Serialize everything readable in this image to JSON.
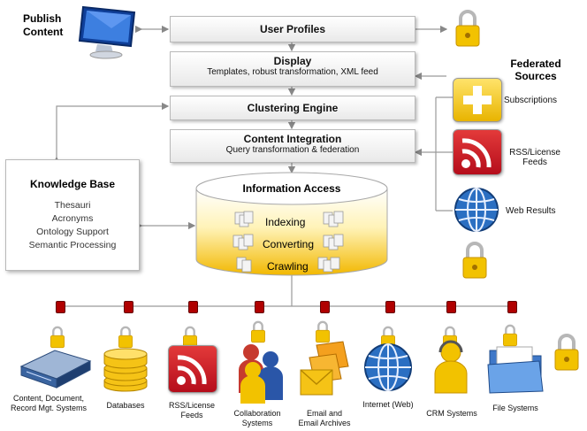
{
  "publish": {
    "line1": "Publish",
    "line2": "Content"
  },
  "stack": {
    "user_profiles": "User Profiles",
    "display_title": "Display",
    "display_sub": "Templates, robust transformation, XML feed",
    "clustering": "Clustering Engine",
    "integration_title": "Content Integration",
    "integration_sub": "Query transformation & federation"
  },
  "info_access": {
    "title": "Information Access",
    "items": [
      "Indexing",
      "Converting",
      "Crawling"
    ]
  },
  "knowledge_base": {
    "title": "Knowledge Base",
    "items": [
      "Thesauri",
      "Acronyms",
      "Ontology Support",
      "Semantic Processing"
    ]
  },
  "federated": {
    "title_line1": "Federated",
    "title_line2": "Sources",
    "items": [
      {
        "line1": "Subscriptions",
        "line2": "",
        "icon": "plus-icon"
      },
      {
        "line1": "RSS/License",
        "line2": "Feeds",
        "icon": "rss-icon"
      },
      {
        "line1": "Web Results",
        "line2": "",
        "icon": "globe-icon"
      }
    ]
  },
  "sources": [
    {
      "line1": "Content, Document,",
      "line2": "Record Mgt. Systems",
      "icon": "server-icon"
    },
    {
      "line1": "Databases",
      "line2": "",
      "icon": "database-icon"
    },
    {
      "line1": "RSS/License",
      "line2": "Feeds",
      "icon": "rss-icon"
    },
    {
      "line1": "Collaboration",
      "line2": "Systems",
      "icon": "people-icon"
    },
    {
      "line1": "Email and",
      "line2": "Email Archives",
      "icon": "envelope-icon"
    },
    {
      "line1": "Internet (Web)",
      "line2": "",
      "icon": "globe-icon"
    },
    {
      "line1": "CRM Systems",
      "line2": "",
      "icon": "person-icon"
    },
    {
      "line1": "File Systems",
      "line2": "",
      "icon": "folder-icon"
    }
  ],
  "colors": {
    "lock": "#f2c200",
    "rss": "#c8102e",
    "node": "#b00000",
    "cylinder": "#f6c400",
    "globe": "#1f5fa8"
  }
}
